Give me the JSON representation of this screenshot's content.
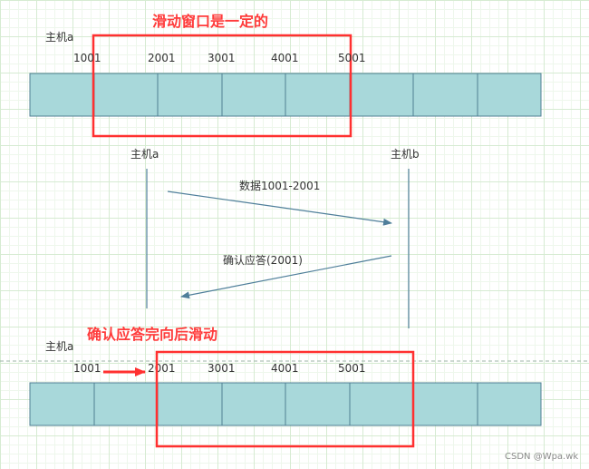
{
  "colors": {
    "cell_fill": "#a8d8da",
    "cell_stroke": "#4f7f93",
    "window_stroke": "#ff3030",
    "arrow_stroke": "#4f7f9a",
    "red_arrow": "#ff3030",
    "text": "#333333"
  },
  "top": {
    "window_caption": "滑动窗口是一定的",
    "host_label": "主机a",
    "seq_labels": [
      "1001",
      "2001",
      "3001",
      "4001",
      "5001"
    ]
  },
  "middle": {
    "host_a": "主机a",
    "host_b": "主机b",
    "data_msg": "数据1001-2001",
    "ack_msg": "确认应答(2001)"
  },
  "bottom": {
    "window_caption": "确认应答完向后滑动",
    "host_label": "主机a",
    "seq_labels": [
      "1001",
      "2001",
      "3001",
      "4001",
      "5001"
    ]
  },
  "watermark": "CSDN @Wpa.wk"
}
